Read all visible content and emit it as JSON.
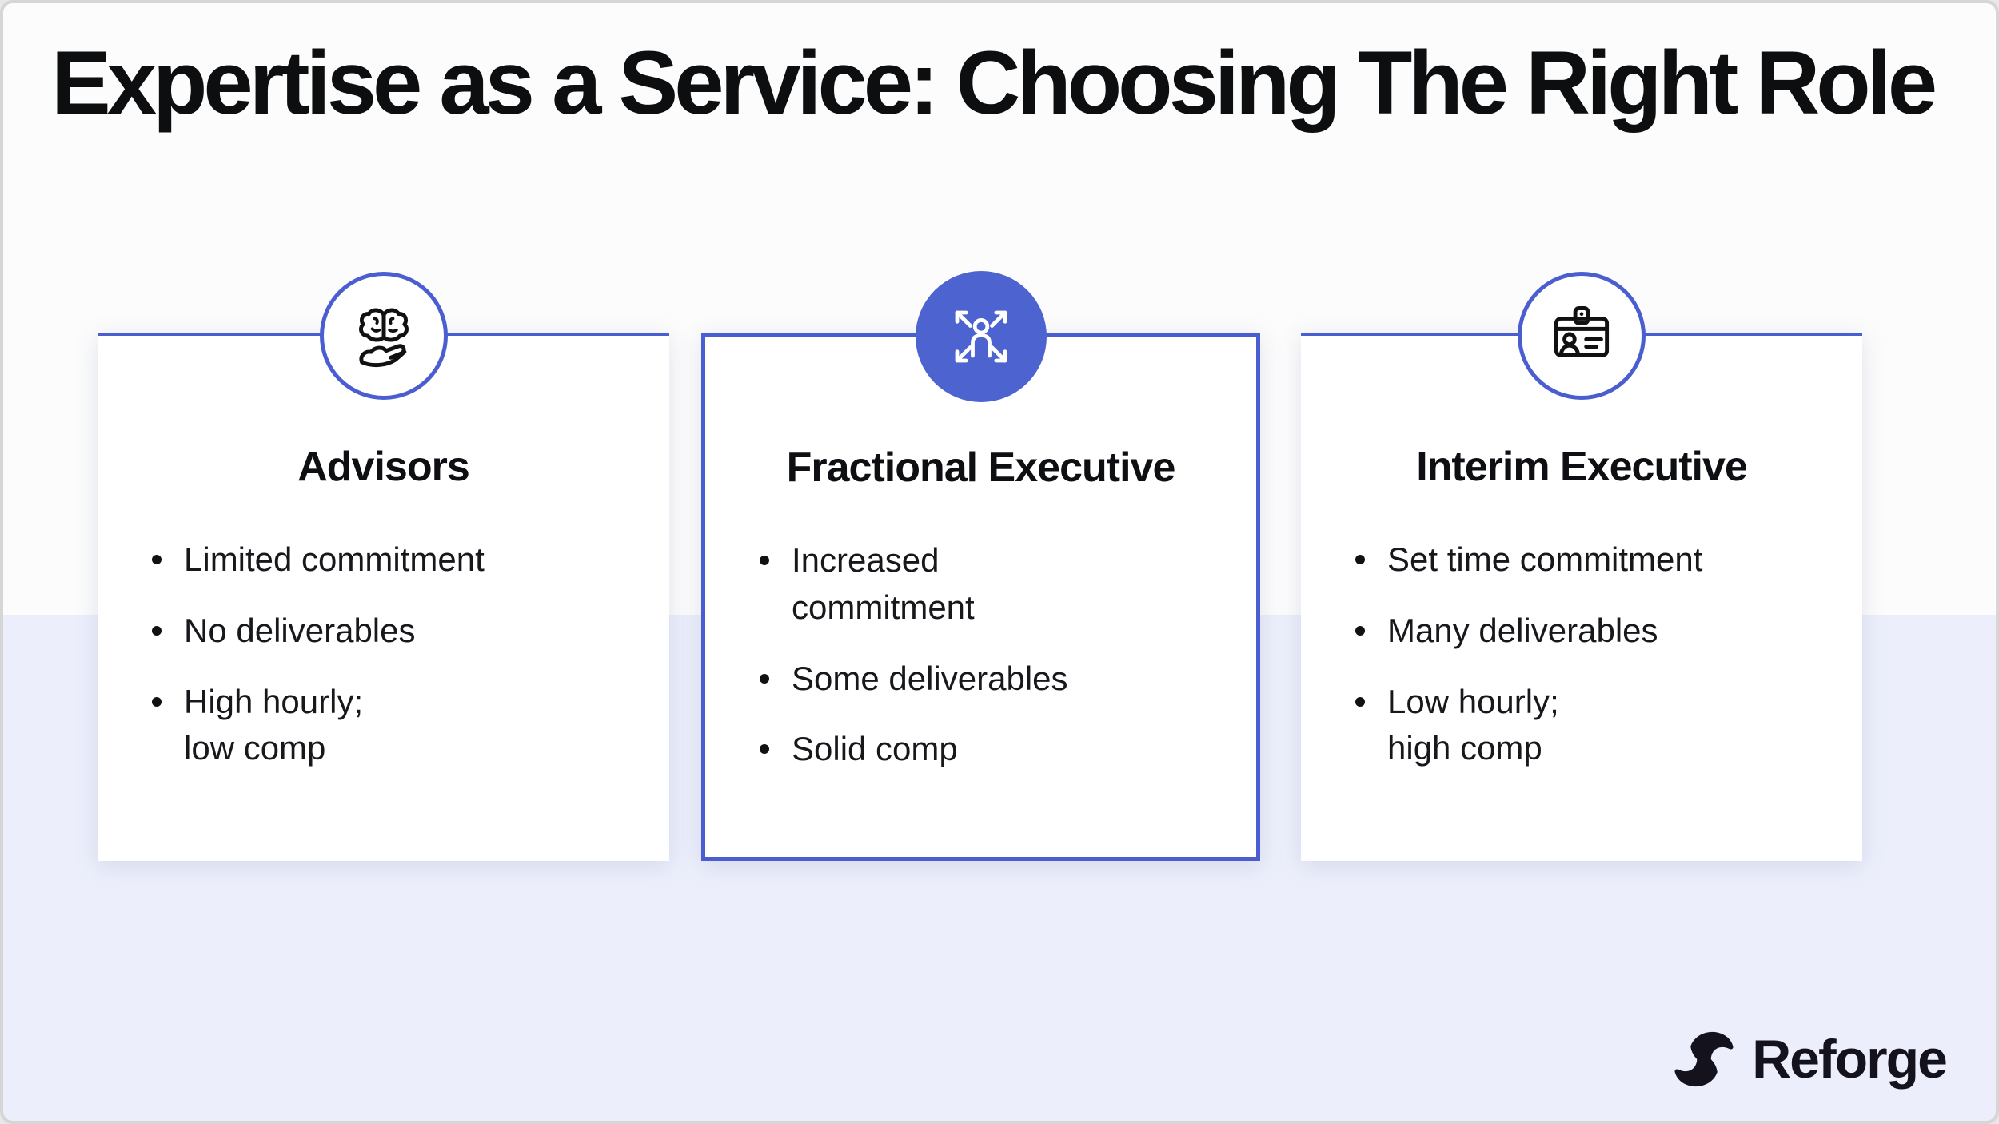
{
  "page": {
    "title": "Expertise as a Service: Choosing The Right Role"
  },
  "colors": {
    "accent_blue_border": "#4a5ed0",
    "accent_blue_fill": "#4d63d0",
    "background_top": "#fcfcfc",
    "background_bottom": "#eceffb",
    "card_background": "#ffffff",
    "text_dark": "#16181c",
    "logo_color": "#14121d"
  },
  "cards": [
    {
      "title": "Advisors",
      "icon": "brain-in-hand-icon",
      "highlighted": false,
      "bullets": [
        "Limited commitment",
        "No deliverables",
        "High hourly;\nlow comp"
      ]
    },
    {
      "title": "Fractional Executive",
      "icon": "person-expand-arrows-icon",
      "highlighted": true,
      "bullets": [
        "Increased\ncommitment",
        "Some deliverables",
        "Solid comp"
      ]
    },
    {
      "title": "Interim Executive",
      "icon": "id-badge-icon",
      "highlighted": false,
      "bullets": [
        "Set time commitment",
        "Many deliverables",
        "Low hourly;\nhigh comp"
      ]
    }
  ],
  "footer": {
    "brand": "Reforge"
  }
}
